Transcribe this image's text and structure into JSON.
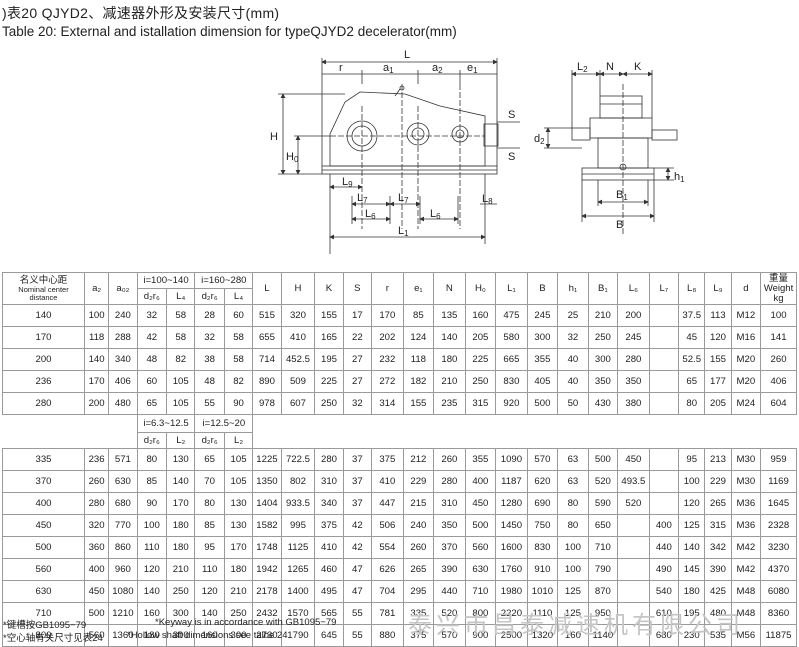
{
  "title_cn": ")表20 QJYD2、减速器外形及安装尺寸(mm)",
  "title_en": "Table 20: External and istallation dimension for typeQJYD2 decelerator(mm)",
  "drawing": {
    "side": {
      "L": "L",
      "r": "r",
      "a1": "a",
      "a1_sub": "1",
      "a2": "a",
      "a2_sub": "2",
      "e1": "e",
      "e1_sub": "1",
      "H": "H",
      "H0": "H",
      "H0_sub": "0",
      "L9": "L",
      "L9_sub": "9",
      "L7a": "L",
      "L7a_sub": "7",
      "L7b": "L",
      "L7b_sub": "7",
      "L6a": "L",
      "L6a_sub": "6",
      "L6b": "L",
      "L6b_sub": "6",
      "L1": "L",
      "L1_sub": "1",
      "L8": "L",
      "L8_sub": "8",
      "S1": "S",
      "S2": "S"
    },
    "end": {
      "L2": "L",
      "L2_sub": "2",
      "N": "N",
      "K": "K",
      "d2": "d",
      "d2_sub": "2",
      "h1": "h",
      "h1_sub": "1",
      "B1": "B",
      "B1_sub": "1",
      "B": "B"
    }
  },
  "table": {
    "head": {
      "center_cn": "名义中心距",
      "center_en1": "Nominal center",
      "center_en2": "distance",
      "a2": "a₂",
      "a02": "a₀₂",
      "ratio1": "i=100~140",
      "ratio2": "i=160~280",
      "d2r6": "d₂r₆",
      "L4": "L₄",
      "L": "L",
      "H": "H",
      "K": "K",
      "S": "S",
      "r": "r",
      "e1": "e₁",
      "N": "N",
      "H0": "H₀",
      "L1": "L₁",
      "B": "B",
      "h1": "h₁",
      "B1": "B₁",
      "L6": "L₆",
      "L7": "L₇",
      "L8": "L₈",
      "L9": "L₉",
      "d": "d",
      "weight_cn": "重量",
      "weight_en1": "Weight",
      "weight_en2": "kg"
    },
    "head2": {
      "ratio1": "i=6.3~12.5",
      "ratio2": "i=12.5~20",
      "d2r6": "d₂r₆",
      "L2": "L₂"
    },
    "rows_a": [
      [
        "140",
        "100",
        "240",
        "32",
        "58",
        "28",
        "60",
        "515",
        "320",
        "155",
        "17",
        "170",
        "85",
        "135",
        "160",
        "475",
        "245",
        "25",
        "210",
        "200",
        "",
        "37.5",
        "113",
        "M12",
        "100"
      ],
      [
        "170",
        "118",
        "288",
        "42",
        "58",
        "32",
        "58",
        "655",
        "410",
        "165",
        "22",
        "202",
        "124",
        "140",
        "205",
        "580",
        "300",
        "32",
        "250",
        "245",
        "",
        "45",
        "120",
        "M16",
        "141"
      ],
      [
        "200",
        "140",
        "340",
        "48",
        "82",
        "38",
        "58",
        "714",
        "452.5",
        "195",
        "27",
        "232",
        "118",
        "180",
        "225",
        "665",
        "355",
        "40",
        "300",
        "280",
        "",
        "52.5",
        "155",
        "M20",
        "260"
      ],
      [
        "236",
        "170",
        "406",
        "60",
        "105",
        "48",
        "82",
        "890",
        "509",
        "225",
        "27",
        "272",
        "182",
        "210",
        "250",
        "830",
        "405",
        "40",
        "350",
        "350",
        "",
        "65",
        "177",
        "M20",
        "406"
      ],
      [
        "280",
        "200",
        "480",
        "65",
        "105",
        "55",
        "90",
        "978",
        "607",
        "250",
        "32",
        "314",
        "155",
        "235",
        "315",
        "920",
        "500",
        "50",
        "430",
        "380",
        "",
        "80",
        "205",
        "M24",
        "604"
      ]
    ],
    "rows_b": [
      [
        "335",
        "236",
        "571",
        "80",
        "130",
        "65",
        "105",
        "1225",
        "722.5",
        "280",
        "37",
        "375",
        "212",
        "260",
        "355",
        "1090",
        "570",
        "63",
        "500",
        "450",
        "",
        "95",
        "213",
        "M30",
        "959"
      ],
      [
        "370",
        "260",
        "630",
        "85",
        "140",
        "70",
        "105",
        "1350",
        "802",
        "310",
        "37",
        "410",
        "229",
        "280",
        "400",
        "1187",
        "620",
        "63",
        "520",
        "493.5",
        "",
        "100",
        "229",
        "M30",
        "1169"
      ],
      [
        "400",
        "280",
        "680",
        "90",
        "170",
        "80",
        "130",
        "1404",
        "933.5",
        "340",
        "37",
        "447",
        "215",
        "310",
        "450",
        "1280",
        "690",
        "80",
        "590",
        "520",
        "",
        "120",
        "265",
        "M36",
        "1645"
      ],
      [
        "450",
        "320",
        "770",
        "100",
        "180",
        "85",
        "130",
        "1582",
        "995",
        "375",
        "42",
        "506",
        "240",
        "350",
        "500",
        "1450",
        "750",
        "80",
        "650",
        "",
        "400",
        "125",
        "315",
        "M36",
        "2328"
      ],
      [
        "500",
        "360",
        "860",
        "110",
        "180",
        "95",
        "170",
        "1748",
        "1125",
        "410",
        "42",
        "554",
        "260",
        "370",
        "560",
        "1600",
        "830",
        "100",
        "710",
        "",
        "440",
        "140",
        "342",
        "M42",
        "3230"
      ],
      [
        "560",
        "400",
        "960",
        "120",
        "210",
        "110",
        "180",
        "1942",
        "1265",
        "460",
        "47",
        "626",
        "265",
        "390",
        "630",
        "1760",
        "910",
        "100",
        "790",
        "",
        "490",
        "145",
        "390",
        "M42",
        "4370"
      ],
      [
        "630",
        "450",
        "1080",
        "140",
        "250",
        "120",
        "210",
        "2178",
        "1400",
        "495",
        "47",
        "704",
        "295",
        "440",
        "710",
        "1980",
        "1010",
        "125",
        "870",
        "",
        "540",
        "180",
        "425",
        "M48",
        "6080"
      ],
      [
        "710",
        "500",
        "1210",
        "160",
        "300",
        "140",
        "250",
        "2432",
        "1570",
        "565",
        "55",
        "781",
        "335",
        "520",
        "800",
        "2220",
        "1110",
        "125",
        "950",
        "",
        "610",
        "195",
        "480",
        "M48",
        "8360"
      ],
      [
        "800",
        "560",
        "1360",
        "180",
        "300",
        "160",
        "300",
        "2730",
        "1790",
        "645",
        "55",
        "880",
        "375",
        "570",
        "900",
        "2500",
        "1320",
        "160",
        "1140",
        "",
        "680",
        "230",
        "535",
        "M56",
        "11875"
      ]
    ]
  },
  "footnotes": {
    "cn1": "*键槽按GB1095−79",
    "en1": "*Keyway is in accordance with GB1095−79",
    "cn2": "*空心轴有关尺寸见表24",
    "en2": "*Hollow shaft dimensions see talbe 24"
  },
  "watermark": "泰兴市昌泰减速机有限公司"
}
